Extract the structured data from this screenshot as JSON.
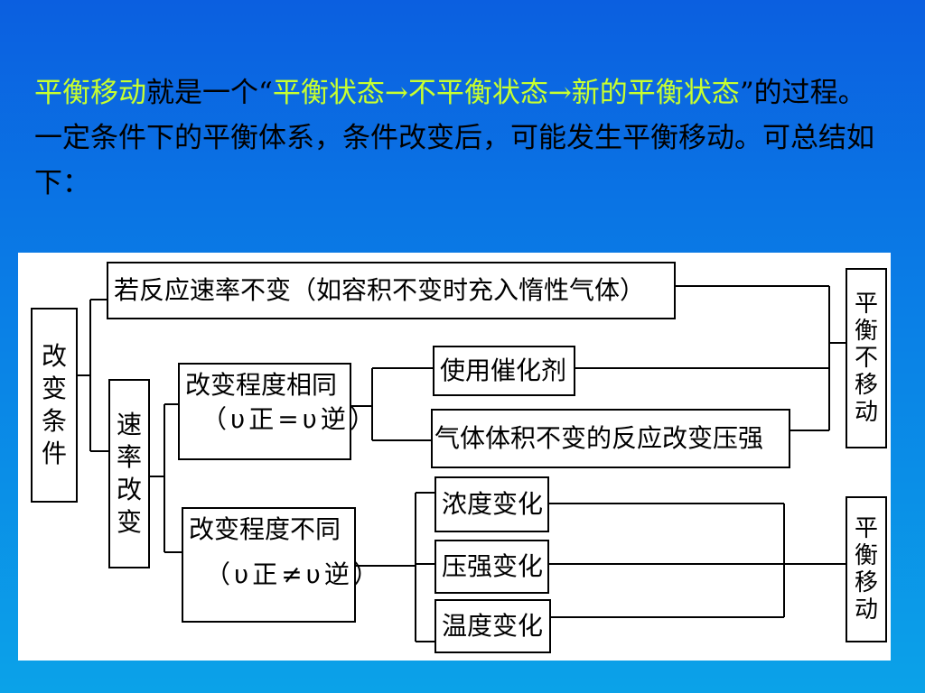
{
  "intro": {
    "term": "平衡移动",
    "text1": "就是一个“",
    "highlight": "平衡状态→不平衡状态→新的平衡状态",
    "text2": "”的过程。一定条件下的平衡体系，条件改变后，可能发生平衡移动。可总结如下："
  },
  "diagram": {
    "root": "改变条件",
    "same_rate": "若反应速率不变（如容积不变时充入惰性气体）",
    "rate_change": "速率改变",
    "same_degree": {
      "line1": "改变程度相同",
      "line2": "（υ正=υ逆）"
    },
    "diff_degree": {
      "line1": "改变程度不同",
      "line2": "（υ正≠υ逆）"
    },
    "catalyst": "使用催化剂",
    "pressure_const_gas": "气体体积不变的反应改变压强",
    "concentration": "浓度变化",
    "pressure": "压强变化",
    "temperature": "温度变化",
    "no_shift": "平衡不移动",
    "shift": "平衡移动"
  },
  "colors": {
    "highlight": "#c8ff2e",
    "text": "#000000",
    "panel": "#ffffff"
  }
}
